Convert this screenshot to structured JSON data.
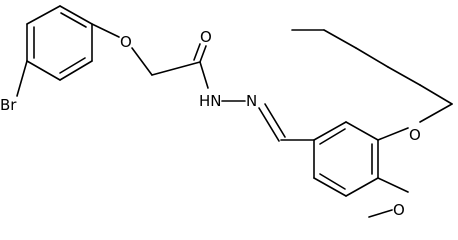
{
  "molecule": {
    "atoms": {
      "bromine": "Br",
      "ether_oxygen_left": "O",
      "carbonyl_oxygen": "O",
      "hydrazide_nh": "HN",
      "imine_nitrogen": "N",
      "ether_oxygen_right": "O",
      "methoxy_oxygen": "O"
    }
  }
}
